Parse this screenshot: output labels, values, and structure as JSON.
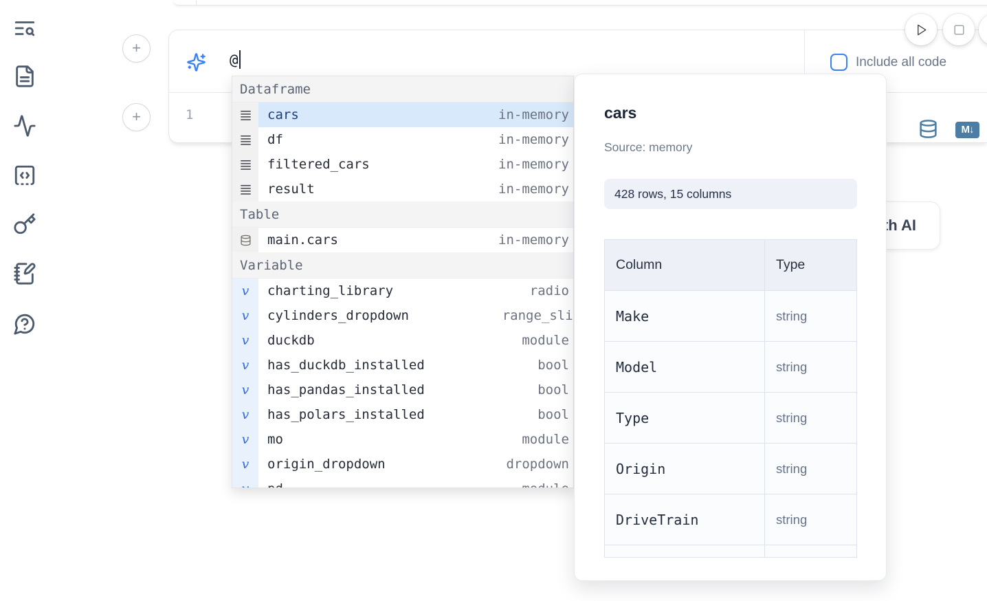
{
  "colors": {
    "accent_blue": "#3b82f6",
    "steel_blue": "#4e7da3",
    "selection_bg": "#d7e9fb"
  },
  "sidebar": {
    "icons": [
      "text-search",
      "file-text",
      "activity",
      "snippets-code",
      "key",
      "notebook-pen",
      "help-chat"
    ]
  },
  "prompt": {
    "value": "@",
    "include_all_code_label": "Include all code"
  },
  "cell": {
    "line_number": "1"
  },
  "cell_toolbar": {
    "markdown_badge_text": "M↓"
  },
  "autocomplete": {
    "rows": [
      {
        "header": "Dataframe"
      },
      {
        "kind": "dataframe",
        "name": "cars",
        "type": "in-memory",
        "selected": true
      },
      {
        "kind": "dataframe",
        "name": "df",
        "type": "in-memory"
      },
      {
        "kind": "dataframe",
        "name": "filtered_cars",
        "type": "in-memory"
      },
      {
        "kind": "dataframe",
        "name": "result",
        "type": "in-memory"
      },
      {
        "header": "Table"
      },
      {
        "kind": "table",
        "name": "main.cars",
        "type": "in-memory"
      },
      {
        "header": "Variable"
      },
      {
        "kind": "variable",
        "name": "charting_library",
        "type": "radio"
      },
      {
        "kind": "variable",
        "name": "cylinders_dropdown",
        "type": "range_slider",
        "clip": true
      },
      {
        "kind": "variable",
        "name": "duckdb",
        "type": "module"
      },
      {
        "kind": "variable",
        "name": "has_duckdb_installed",
        "type": "bool"
      },
      {
        "kind": "variable",
        "name": "has_pandas_installed",
        "type": "bool"
      },
      {
        "kind": "variable",
        "name": "has_polars_installed",
        "type": "bool"
      },
      {
        "kind": "variable",
        "name": "mo",
        "type": "module"
      },
      {
        "kind": "variable",
        "name": "origin_dropdown",
        "type": "dropdown"
      },
      {
        "kind": "variable",
        "name": "pd",
        "type": "module"
      }
    ]
  },
  "preview_panel": {
    "title": "cars",
    "source": "Source: memory",
    "shape_badge": "428 rows, 15 columns",
    "schema_table": {
      "column_header": "Column",
      "type_header": "Type",
      "rows": [
        {
          "column": "Make",
          "type": "string"
        },
        {
          "column": "Model",
          "type": "string"
        },
        {
          "column": "Type",
          "type": "string"
        },
        {
          "column": "Origin",
          "type": "string"
        },
        {
          "column": "DriveTrain",
          "type": "string"
        },
        {
          "column": "",
          "type": ""
        }
      ]
    }
  },
  "ai_button": {
    "label": "with AI"
  }
}
